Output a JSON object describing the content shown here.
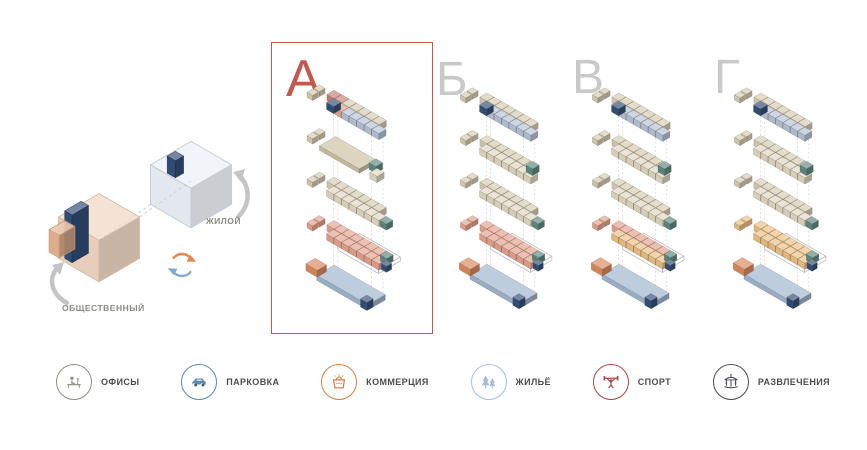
{
  "colors": {
    "accent_red": "#bf5950",
    "letter_gray": "#c9c9c9",
    "label_gray": "#8b8b83",
    "background": "#ffffff"
  },
  "palette": {
    "beige_back": "#d6ccb2",
    "beige_front": "#e0d8c2",
    "blue_block": "#b5c3d8",
    "salmon": "#e6a28e",
    "red_block": "#c98073",
    "orange_block": "#edc083",
    "slab_blue": "#a0b5cf",
    "slab_tan": "#cdc1a3",
    "teal": "#5d8a83",
    "navy": "#32507b",
    "orange_box": "#db8a5e",
    "outline": "#b8b8b8"
  },
  "concept": {
    "residential_label": "ЖИЛОЙ",
    "public_label": "ОБЩЕСТВЕННЫЙ"
  },
  "variants": [
    {
      "letter": "А",
      "highlighted": true,
      "level_colors": [
        "mixed_red",
        "slab_tan",
        "beige",
        "salmon",
        "slab_blue"
      ]
    },
    {
      "letter": "Б",
      "highlighted": false,
      "level_colors": [
        "mixed",
        "beige",
        "beige",
        "salmon",
        "slab_blue"
      ]
    },
    {
      "letter": "В",
      "highlighted": false,
      "level_colors": [
        "mixed",
        "beige",
        "beige",
        "salmon_orange",
        "slab_blue"
      ]
    },
    {
      "letter": "Г",
      "highlighted": false,
      "level_colors": [
        "mixed",
        "beige",
        "beige",
        "orange",
        "slab_blue"
      ]
    }
  ],
  "legend": {
    "items": [
      {
        "label": "ОФИСЫ",
        "icon": "offices-icon",
        "color": "#8f8e84"
      },
      {
        "label": "ПАРКОВКА",
        "icon": "parking-icon",
        "color": "#5f87b0"
      },
      {
        "label": "КОММЕРЦИЯ",
        "icon": "commerce-icon",
        "color": "#dd7d4b"
      },
      {
        "label": "ЖИЛЬЁ",
        "icon": "housing-icon",
        "color": "#a6bed8"
      },
      {
        "label": "СПОРТ",
        "icon": "sport-icon",
        "color": "#a34b44"
      },
      {
        "label": "РАЗВЛЕЧЕНИЯ",
        "icon": "entertainment-icon",
        "color": "#4a4a52"
      }
    ]
  }
}
